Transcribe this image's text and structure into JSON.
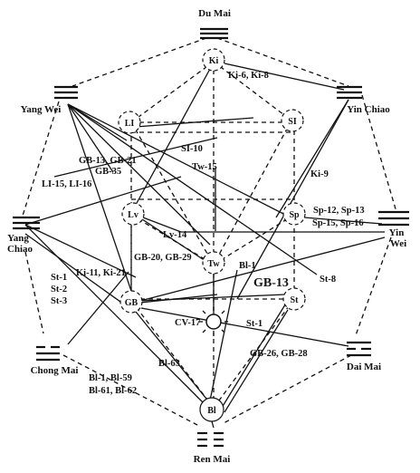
{
  "vessels": {
    "du_mai": "Du Mai",
    "yang_wei": "Yang Wei",
    "yin_chiao": "Yin Chiao",
    "yang_chiao_1": "Yang",
    "yang_chiao_2": "Chiao",
    "yin_wei_1": "Yin",
    "yin_wei_2": "Wei",
    "chong_mai": "Chong Mai",
    "dai_mai": "Dai Mai",
    "ren_mai": "Ren Mai"
  },
  "nodes": {
    "ki": "Ki",
    "li": "LI",
    "si": "SI",
    "lv": "Lv",
    "sp": "Sp",
    "tw": "Tw",
    "gb": "GB",
    "st": "St",
    "bl": "Bl"
  },
  "labels": {
    "ki6_ki8": "Ki-6, Ki-8",
    "si10": "SI-10",
    "gb13_gb21": "GB-13, GB-21",
    "gb35": "GB-35",
    "tw15": "Tw-15",
    "li15_li16": "LI-15, LI-16",
    "ki9": "Ki-9",
    "sp12_sp13": "Sp-12, Sp-13",
    "sp15_sp16": "Sp-15, Sp-16",
    "lv14": "Lv-14",
    "bl1_right": "Bl-1",
    "gb20_gb29": "GB-20, GB-29",
    "st1": "St-1",
    "st2": "St-2",
    "st3": "St-3",
    "ki11_ki21": "Ki-11, Ki-21",
    "gb13_big": "GB-13",
    "st8": "St-8",
    "cv17": "CV-17",
    "st1_lower": "St-1",
    "bl63": "Bl-63",
    "gb26_gb28": "GB-26, GB-28",
    "bl1_bl59": "Bl-1, Bl-59",
    "bl61_bl62": "Bl-61, Bl-62"
  }
}
